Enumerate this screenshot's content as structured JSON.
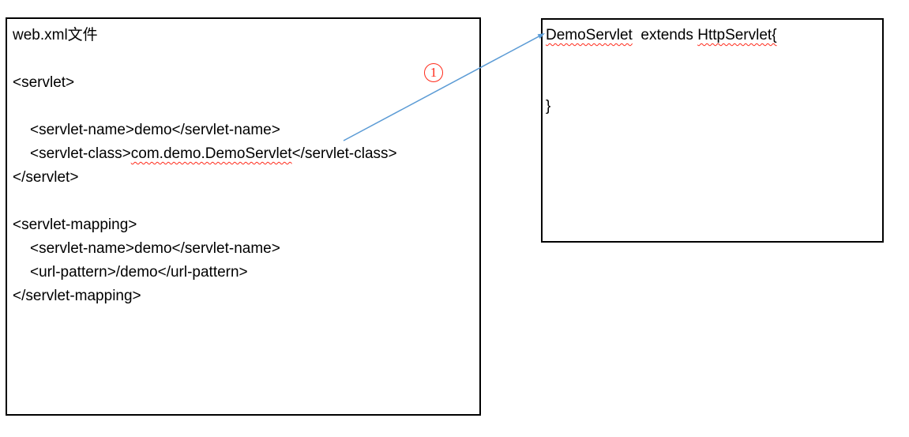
{
  "colors": {
    "arrow_blue": "#5b9bd5",
    "annotation_red": "#ff2a1a",
    "border_black": "#000000",
    "background": "#ffffff"
  },
  "left_box": {
    "title": "web.xml文件",
    "servlet_open": "<servlet>",
    "servlet_name_line": "<servlet-name>demo</servlet-name>",
    "servlet_class": {
      "prefix": "<servlet-class>",
      "class_name": "com.demo.DemoServlet",
      "suffix": "</servlet-class>"
    },
    "servlet_close": "</servlet>",
    "mapping_open": "<servlet-mapping>",
    "mapping_servlet_name": "<servlet-name>demo</servlet-name>",
    "url_pattern": "<url-pattern>/demo</url-pattern>",
    "mapping_close": "</servlet-mapping>"
  },
  "right_box": {
    "class_decl": {
      "class_name": "DemoServlet",
      "middle": "  extends ",
      "superclass": "HttpServlet{"
    },
    "closing_brace": "}"
  },
  "annotation": {
    "label": "1"
  }
}
